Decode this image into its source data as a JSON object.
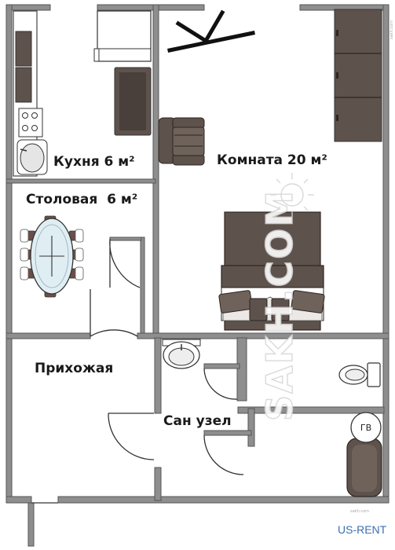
{
  "rooms": {
    "kitchen": "Кухня 6 м²",
    "room": "Комната 20 м²",
    "dining": "Столовая  6 м²",
    "hall": "Прихожая",
    "bathroom": "Сан узел"
  },
  "fixtures": {
    "boiler": "ГВ"
  },
  "watermark": {
    "text": "SAKH.COM",
    "side_text": "sakh.com",
    "corner_text": "sakh.com"
  },
  "brand": {
    "label": "US-RENT"
  },
  "colors": {
    "wall": "#8e8e8e",
    "wall_edge": "#555555",
    "furniture": "#5e524c",
    "furniture_dark": "#4a403b",
    "brand": "#3a6fb0"
  }
}
